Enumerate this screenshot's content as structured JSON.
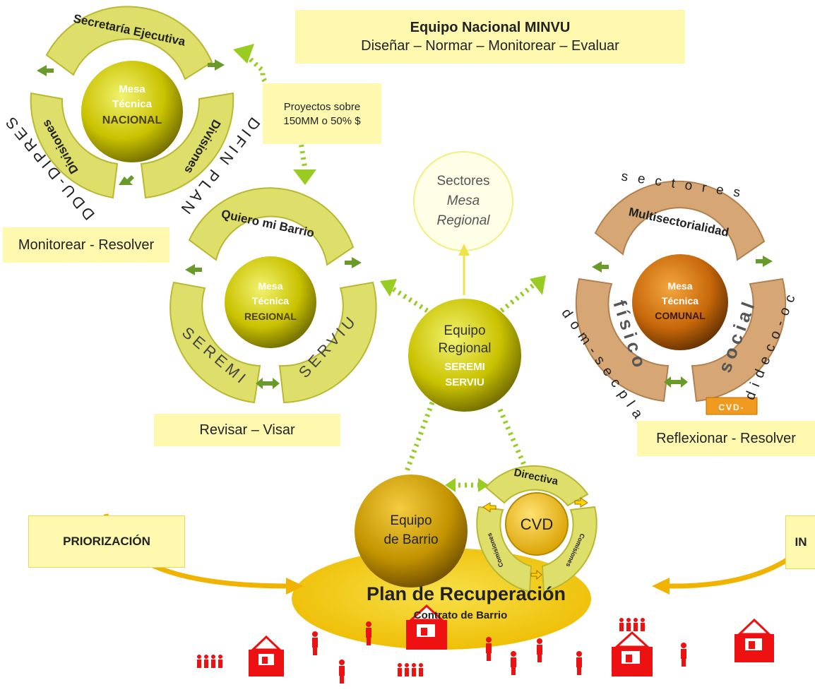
{
  "header_box": {
    "title": "Equipo Nacional MINVU",
    "subtitle": "Diseñar – Normar – Monitorear – Evaluar"
  },
  "projects_box": {
    "line1": "Proyectos sobre",
    "line2": "150MM o 50% $"
  },
  "national": {
    "center_line1": "Mesa",
    "center_line2": "Técnica",
    "center_line3": "NACIONAL",
    "top_arc": "Secretaría Ejecutiva",
    "left_arc": "Divisiones",
    "right_arc": "Divisiones",
    "left_outer": "DDU-DIPRES",
    "right_outer": "DIFIN PLAN",
    "label": "Monitorear - Resolver"
  },
  "sectores_regional": {
    "line1": "Sectores",
    "line2": "Mesa",
    "line3": "Regional"
  },
  "regional": {
    "center_line1": "Mesa",
    "center_line2": "Técnica",
    "center_line3": "REGIONAL",
    "top_arc": "Quiero mi Barrio",
    "left_arc": "SEREMI",
    "right_arc": "SERVIU",
    "label": "Revisar – Visar"
  },
  "equipo_regional": {
    "line1": "Equipo",
    "line2": "Regional",
    "line3": "SEREMI",
    "line4": "SERVIU"
  },
  "comunal": {
    "center_line1": "Mesa",
    "center_line2": "Técnica",
    "center_line3": "COMUNAL",
    "top_arc": "Multisectorialidad",
    "left_arc": "físico",
    "right_arc": "social",
    "outer_top": "sectores",
    "outer_left": "dom-secpla",
    "outer_right": "dideco-oc",
    "tag": "CVD-",
    "label": "Reflexionar - Resolver"
  },
  "equipo_barrio": {
    "line1": "Equipo",
    "line2": "de Barrio"
  },
  "cvd": {
    "center": "CVD",
    "top_arc": "Directiva",
    "left_arc": "Comisiones",
    "right_arc": "Comisiones"
  },
  "plan": {
    "title": "Plan de Recuperación",
    "subtitle": "Contrato de Barrio"
  },
  "priorizacion": "PRIORIZACIÓN",
  "right_box_partial": "IN",
  "colors": {
    "dotted_arrow": "#99cc22",
    "box_fill": "#fff9b0",
    "yellow_arc": "#dede6a",
    "orange_arc": "#d6a774",
    "plan_ellipse": "#f0c400",
    "people": "#ee1111"
  }
}
